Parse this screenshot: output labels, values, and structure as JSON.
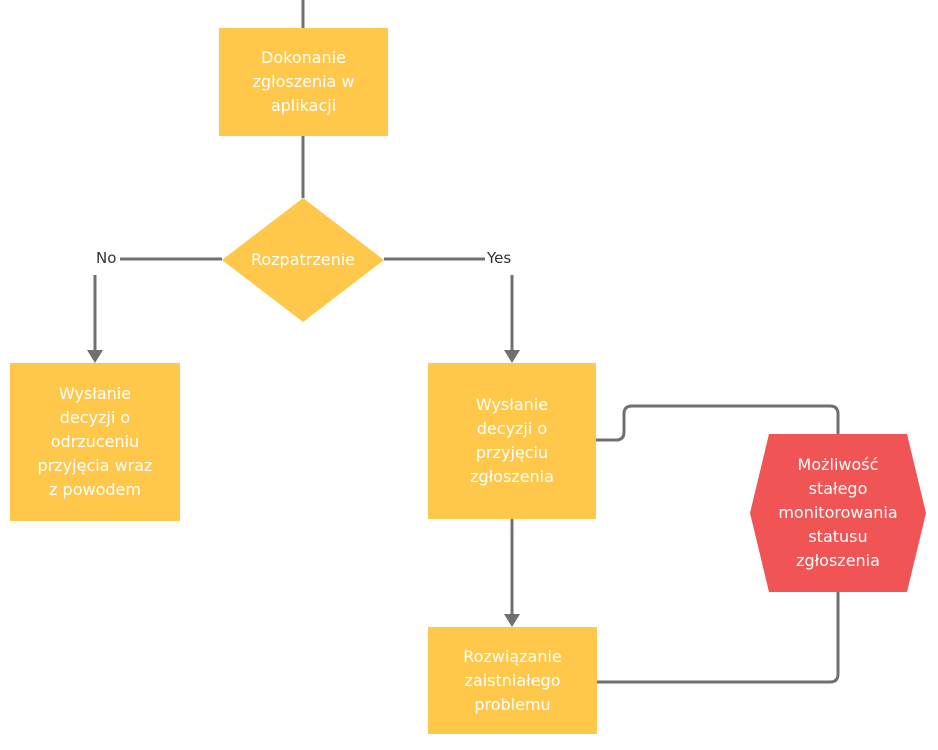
{
  "colors": {
    "process_fill": "#FFC84B",
    "decision_fill": "#FFC84B",
    "highlight_fill": "#F05454",
    "connector": "#707070",
    "node_text": "#FFFFFF",
    "edge_label_text": "#333333"
  },
  "nodes": {
    "submit_report": "Dokonanie\nzgłoszenia w\naplikacji",
    "review": "Rozpatrzenie",
    "rejection_decision": "Wysłanie\ndecyzji o\nodrzuceniu\nprzyjęcia wraz\nz powodem",
    "acceptance_decision": "Wysłanie\ndecyzji o\nprzyjęciu\nzgłoszenia",
    "status_monitoring": "Możliwość\nstałego\nmonitorowania\nstatusu\nzgłoszenia",
    "problem_resolution": "Rozwiązanie\nzaistniałego\nproblemu"
  },
  "edges": {
    "no_label": "No",
    "yes_label": "Yes"
  }
}
